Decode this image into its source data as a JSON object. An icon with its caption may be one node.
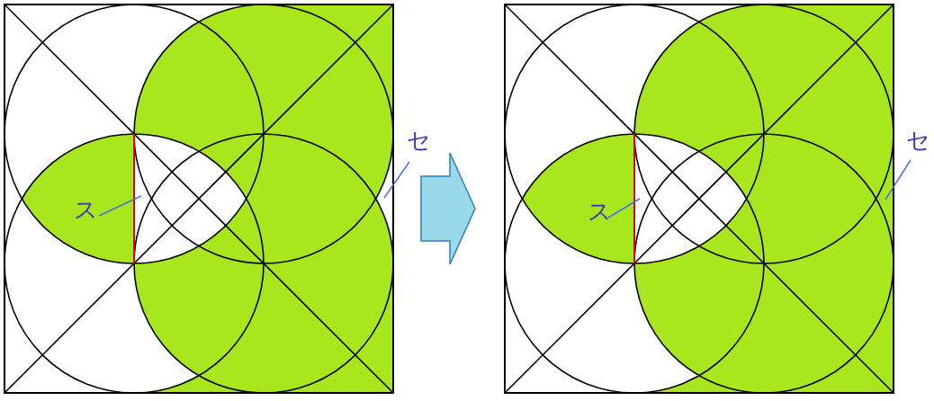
{
  "diagram": {
    "nodes": [
      {
        "text": [],
        "shape": "box"
      },
      {
        "text": [],
        "shape": "box"
      },
      {
        "text": [
          "ス"
        ],
        "in": 0
      },
      {
        "text": [
          "セ"
        ]
      },
      {
        "text": [
          "ス"
        ],
        "in": 1
      },
      {
        "text": [
          "セ"
        ]
      }
    ],
    "edges": [
      {
        "from": 0,
        "to": 1,
        "arrow": "to",
        "style": "thick",
        "color": "#99d9ea"
      },
      {
        "from": 2,
        "to": null,
        "arrow": "none"
      },
      {
        "from": 3,
        "to": 0,
        "arrow": "none"
      },
      {
        "from": 4,
        "to": null,
        "arrow": "none"
      },
      {
        "from": 5,
        "to": 1,
        "arrow": "none"
      }
    ]
  }
}
